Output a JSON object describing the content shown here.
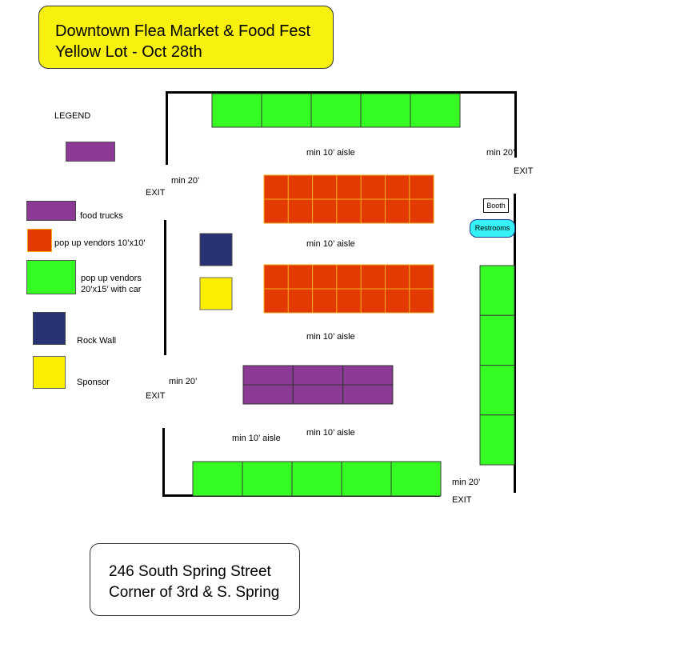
{
  "title": {
    "line1": "Downtown Flea Market & Food Fest",
    "line2": "Yellow Lot - Oct 28th"
  },
  "address": {
    "line1": "246 South Spring Street",
    "line2": "Corner of 3rd & S. Spring"
  },
  "colors": {
    "food_truck": "#8b3a96",
    "popup_small": "#e23a00",
    "popup_small_border": "#f2a81e",
    "popup_large": "#35fd23",
    "rock_wall": "#283275",
    "sponsor": "#fbef00",
    "restrooms": "#36f2f7"
  },
  "legend": {
    "heading": "LEGEND",
    "items": [
      {
        "key": "food_truck",
        "label_lines": [
          "food trucks"
        ]
      },
      {
        "key": "popup_small",
        "label_lines": [
          "pop up vendors 10’x10’"
        ]
      },
      {
        "key": "popup_large",
        "label_lines": [
          "pop up vendors",
          "20’x15’ with car"
        ]
      },
      {
        "key": "rock_wall",
        "label_lines": [
          "Rock Wall"
        ]
      },
      {
        "key": "sponsor",
        "label_lines": [
          "Sponsor"
        ]
      }
    ]
  },
  "labels": {
    "aisle_top": "min 10’ aisle",
    "aisle_mid": "min 10’ aisle",
    "aisle_lower": "min 10’ aisle",
    "aisle_bottom_left": "min 10’ aisle",
    "aisle_bottom_center": "min 10’ aisle",
    "min20_top_right": "min 20’",
    "min20_left_upper": "min 20’",
    "min20_left_lower": "min 20’",
    "min20_bottom_right": "min 20’",
    "exit_top_right": "EXIT",
    "exit_left_upper": "EXIT",
    "exit_left_lower": "EXIT",
    "exit_bottom_right": "EXIT",
    "booth": "Booth",
    "restrooms": "Restrooms"
  },
  "stalls": {
    "top_row_large": 5,
    "bottom_row_large": 5,
    "right_column_large": 4,
    "small_grid_upper": {
      "rows": 2,
      "cols": 7
    },
    "small_grid_lower": {
      "rows": 2,
      "cols": 7
    },
    "food_trucks": {
      "rows": 2,
      "cols": 3
    },
    "rock_walls": 1,
    "sponsors": 1
  }
}
